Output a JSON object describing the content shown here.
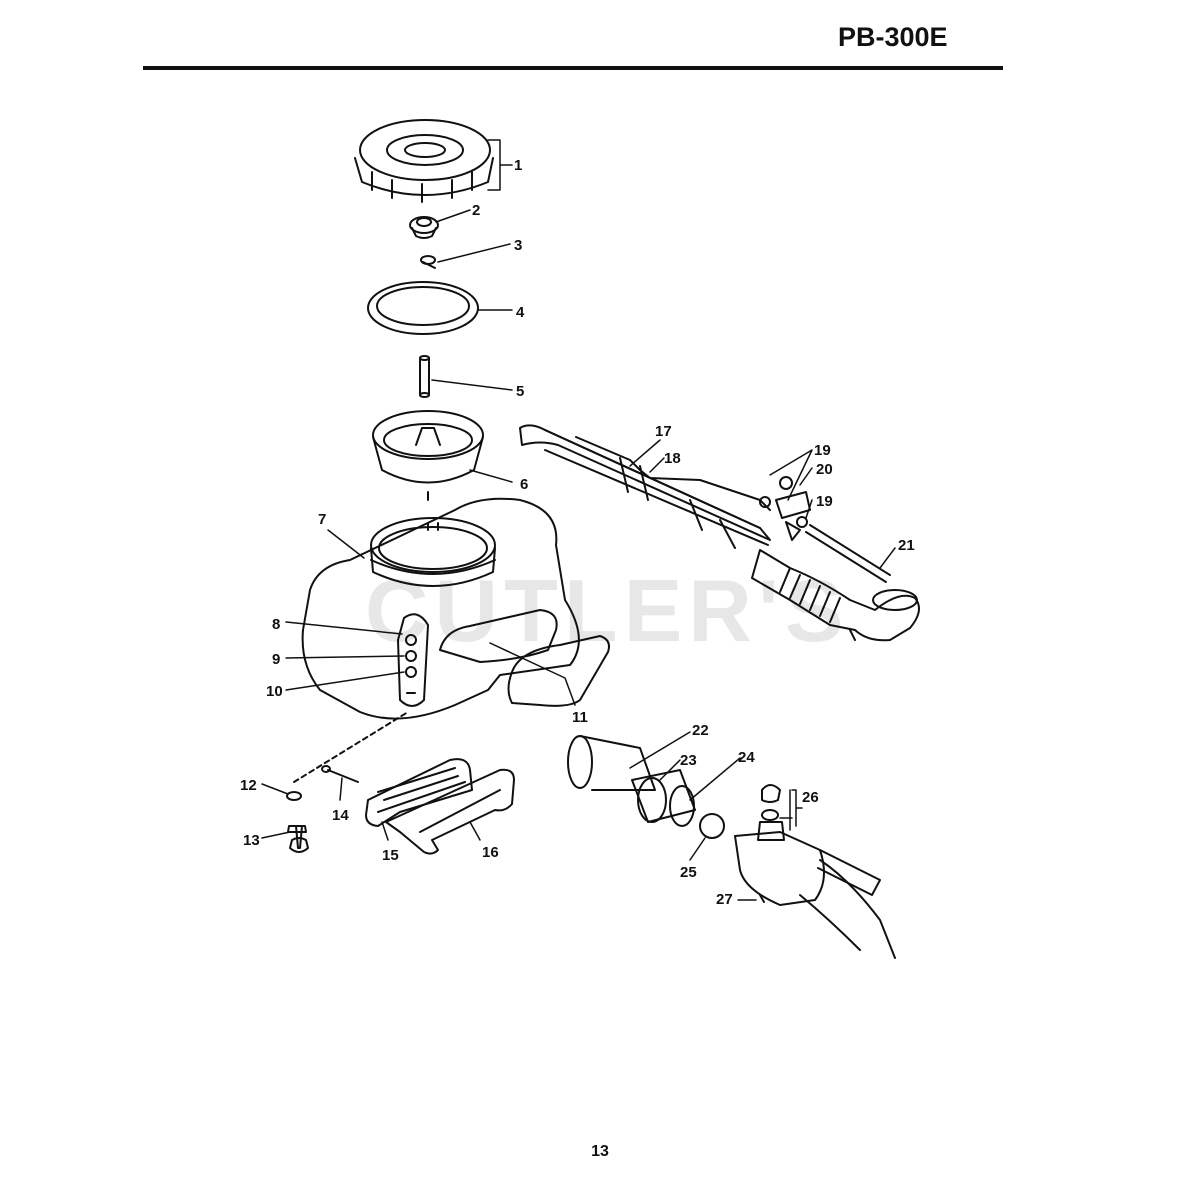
{
  "header": {
    "model": "PB-300E"
  },
  "footer": {
    "page_number": "13"
  },
  "watermark": "CUTLER'S",
  "callouts": [
    "1",
    "2",
    "3",
    "4",
    "5",
    "6",
    "7",
    "8",
    "9",
    "10",
    "11",
    "12",
    "13",
    "14",
    "15",
    "16",
    "17",
    "18",
    "19",
    "20",
    "19",
    "21",
    "22",
    "23",
    "24",
    "25",
    "26",
    "27"
  ]
}
